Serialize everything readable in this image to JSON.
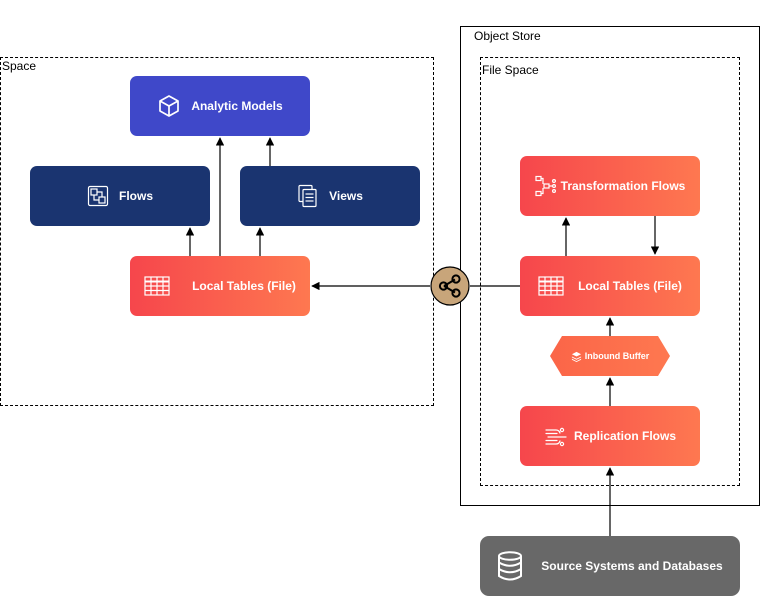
{
  "frames": {
    "space": "Space",
    "object_store": "Object Store",
    "file_space": "File Space"
  },
  "nodes": {
    "analytic_models": "Analytic Models",
    "flows": "Flows",
    "views": "Views",
    "local_tables_space": "Local Tables (File)",
    "transformation_flows": "Transformation Flows",
    "local_tables_file_space": "Local Tables (File)",
    "inbound_buffer": "Inbound Buffer",
    "replication_flows": "Replication Flows",
    "source_systems": "Source Systems and Databases"
  },
  "icons": {
    "analytic_models": "cube-icon",
    "flows": "flow-diagram-icon",
    "views": "views-icon",
    "local_tables": "table-icon",
    "transformation_flows": "transformation-icon",
    "inbound_buffer": "layers-icon",
    "replication_flows": "replication-icon",
    "source_systems": "database-icon",
    "share": "share-icon"
  },
  "colors": {
    "analytic": "#3f48c9",
    "navy": "#1a3470",
    "red_start": "#f6464c",
    "red_end": "#fe7850",
    "grey": "#686868",
    "share_fill": "#c8a57a"
  }
}
